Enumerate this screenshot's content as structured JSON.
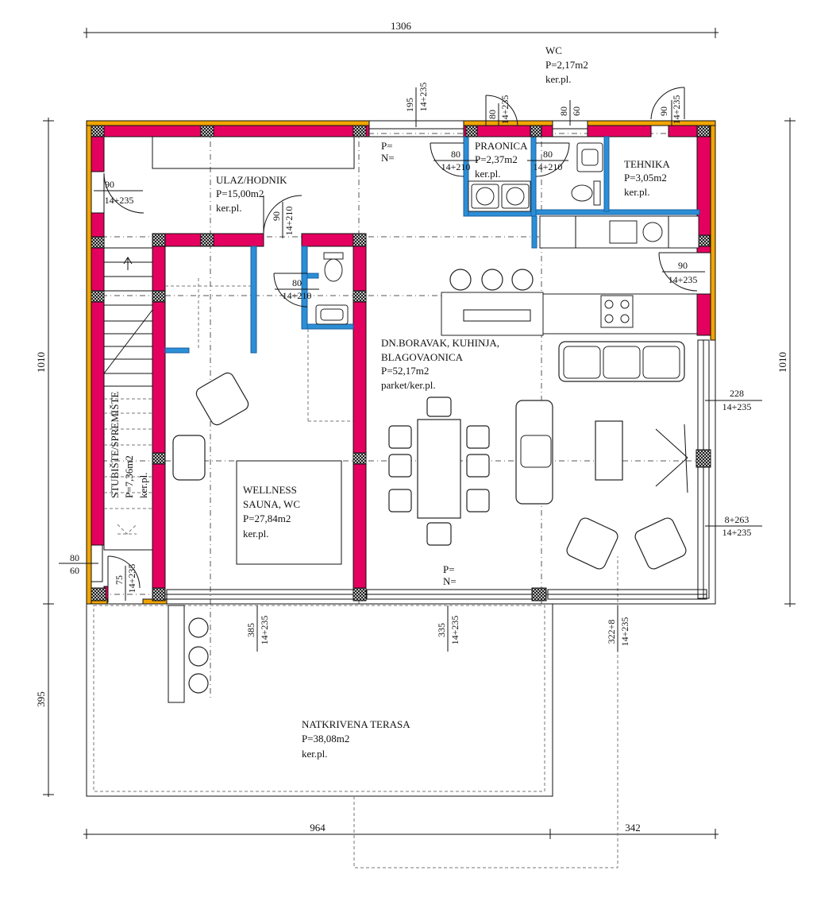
{
  "dimensions": {
    "top_total": "1306",
    "left_total": "1010",
    "right_total": "1010",
    "left_terrace": "395",
    "bottom_left": "964",
    "bottom_right": "342"
  },
  "openings": {
    "top_window_w": "195",
    "top_window_h": "14+235",
    "praonica_top_w": "80",
    "praonica_top_h": "14+235",
    "wc_top_w": "80",
    "wc_top_h": "60",
    "tehnika_top_w": "90",
    "tehnika_top_h": "14+235",
    "entry_door_w": "90",
    "entry_door_h": "14+235",
    "praonica_door_l_w": "80",
    "praonica_door_l_h": "14+210",
    "praonica_door_r_w": "80",
    "praonica_door_r_h": "14+210",
    "hall_door_w": "90",
    "hall_door_h": "14+210",
    "wc_door_w": "80",
    "wc_door_h": "14+210",
    "kitchen_door_w": "90",
    "kitchen_door_h": "14+235",
    "right_win1_w": "228",
    "right_win1_h": "14+235",
    "right_win2_w": "8+263",
    "right_win2_h": "14+235",
    "left_win_w": "80",
    "left_win_h": "60",
    "stair_door_w": "75",
    "stair_door_h": "14+235",
    "south_win1_w": "385",
    "south_win1_h": "14+235",
    "south_win2_w": "335",
    "south_win2_h": "14+235",
    "south_win3_w": "322+8",
    "south_win3_h": "14+235"
  },
  "markers": {
    "p_top": "P=",
    "n_top": "N=",
    "p_bottom": "P=",
    "n_bottom": "N="
  },
  "rooms": {
    "wc": {
      "name": "WC",
      "area": "P=2,17m2",
      "floor": "ker.pl."
    },
    "praonica": {
      "name": "PRAONICA",
      "area": "P=2,37m2",
      "floor": "ker.pl."
    },
    "tehnika": {
      "name": "TEHNIKA",
      "area": "P=3,05m2",
      "floor": "ker.pl."
    },
    "ulaz": {
      "name": "ULAZ/HODNIK",
      "area": "P=15,00m2",
      "floor": "ker.pl."
    },
    "boravak": {
      "name1": "DN.BORAVAK, KUHINJA,",
      "name2": "BLAGOVAONICA",
      "area": "P=52,17m2",
      "floor": "parket/ker.pl."
    },
    "stubiste": {
      "name": "STUBIŠTE/SPREMIŠTE",
      "area": "P=7,36m2",
      "floor": "ker.pl."
    },
    "wellness": {
      "name1": "WELLNESS",
      "name2": "SAUNA, WC",
      "area": "P=27,84m2",
      "floor": "ker.pl."
    },
    "terasa": {
      "name": "NATKRIVENA TERASA",
      "area": "P=38,08m2",
      "floor": "ker.pl."
    }
  },
  "colors": {
    "wall_primary": "#e4005f",
    "wall_insulation": "#f2a500",
    "partition": "#2b8fd6"
  }
}
